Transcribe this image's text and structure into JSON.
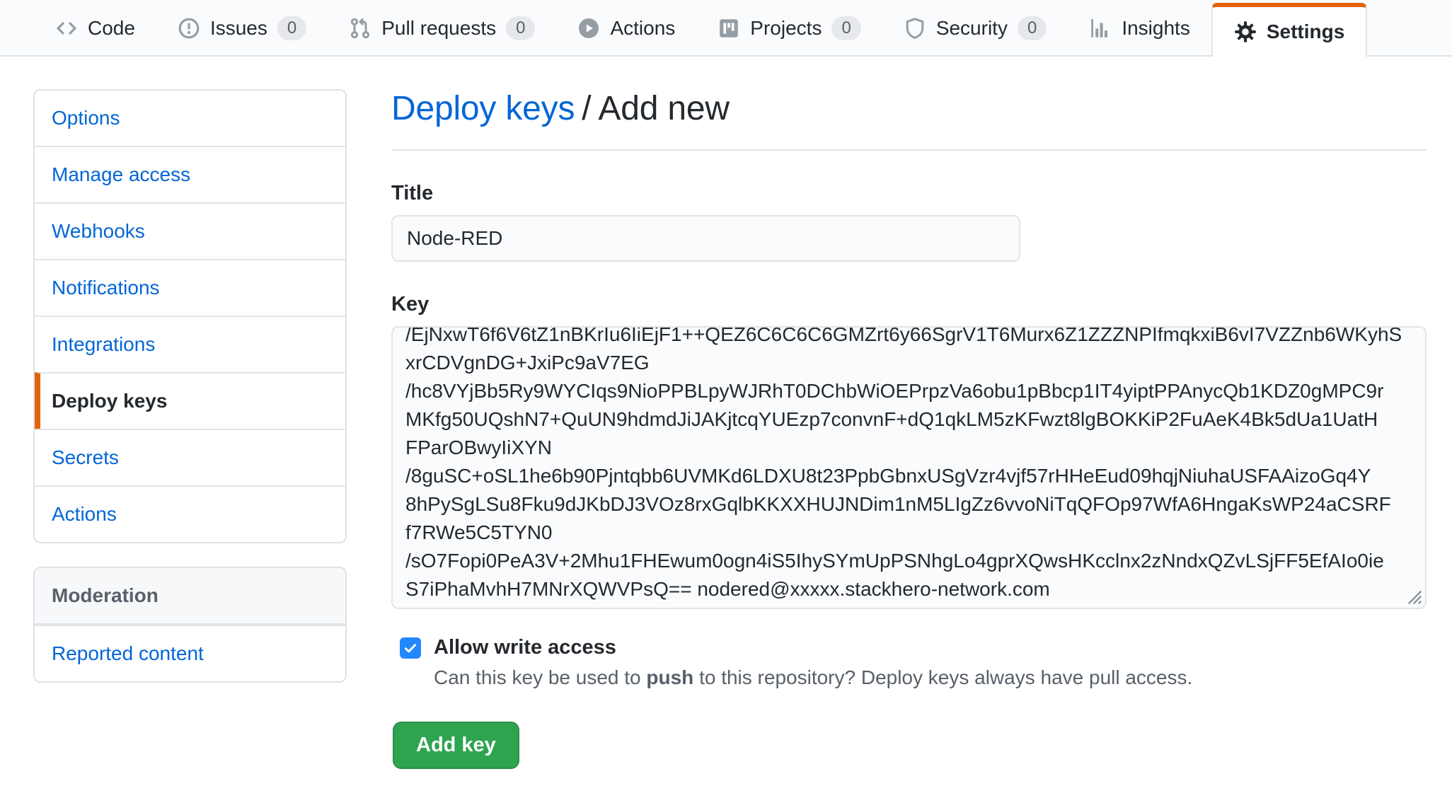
{
  "nav": {
    "tabs": [
      {
        "label": "Code",
        "icon": "code-icon"
      },
      {
        "label": "Issues",
        "icon": "issue-icon",
        "count": "0"
      },
      {
        "label": "Pull requests",
        "icon": "pull-request-icon",
        "count": "0"
      },
      {
        "label": "Actions",
        "icon": "play-icon"
      },
      {
        "label": "Projects",
        "icon": "project-icon",
        "count": "0"
      },
      {
        "label": "Security",
        "icon": "shield-icon",
        "count": "0"
      },
      {
        "label": "Insights",
        "icon": "graph-icon"
      },
      {
        "label": "Settings",
        "icon": "gear-icon",
        "active": true
      }
    ]
  },
  "sidebar": {
    "items": [
      {
        "label": "Options"
      },
      {
        "label": "Manage access"
      },
      {
        "label": "Webhooks"
      },
      {
        "label": "Notifications"
      },
      {
        "label": "Integrations"
      },
      {
        "label": "Deploy keys",
        "active": true
      },
      {
        "label": "Secrets"
      },
      {
        "label": "Actions"
      }
    ],
    "moderation": {
      "header": "Moderation",
      "items": [
        {
          "label": "Reported content"
        }
      ]
    }
  },
  "main": {
    "breadcrumb": {
      "parent": "Deploy keys",
      "separator": "/",
      "current": "Add new"
    },
    "title_field": {
      "label": "Title",
      "value": "Node-RED"
    },
    "key_field": {
      "label": "Key",
      "value": "/EjNxwT6f6V6tZ1nBKrIu6IiEjF1++QEZ6C6C6C6GMZrt6y66SgrV1T6Murx6Z1ZZZNPIfmqkxiB6vI7VZZnb6WKyhS\nxrCDVgnDG+JxiPc9aV7EG\n/hc8VYjBb5Ry9WYCIqs9NioPPBLpyWJRhT0DChbWiOEPrpzVa6obu1pBbcp1IT4yiptPPAnycQb1KDZ0gMPC9r\nMKfg50UQshN7+QuUN9hdmdJiJAKjtcqYUEzp7convnF+dQ1qkLM5zKFwzt8lgBOKKiP2FuAeK4Bk5dUa1UatH\nFParOBwyIiXYN\n/8guSC+oSL1he6b90Pjntqbb6UVMKd6LDXU8t23PpbGbnxUSgVzr4vjf57rHHeEud09hqjNiuhaUSFAAizoGq4Y\n8hPySgLSu8Fku9dJKbDJ3VOz8rxGqlbKKXXHUJNDim1nM5LIgZz6vvoNiTqQFOp97WfA6HngaKsWP24aCSRF\nf7RWe5C5TYN0\n/sO7Fopi0PeA3V+2Mhu1FHEwum0ogn4iS5IhySYmUpPSNhgLo4gprXQwsHKcclnx2zNndxQZvLSjFF5EfAIo0ie\nS7iPhaMvhH7MNrXQWVPsQ== nodered@xxxxx.stackhero-network.com"
    },
    "write_access": {
      "label": "Allow write access",
      "checked": true,
      "help_prefix": "Can this key be used to ",
      "help_bold": "push",
      "help_suffix": " to this repository? Deploy keys always have pull access."
    },
    "submit_label": "Add key"
  },
  "colors": {
    "accent_orange": "#e36209",
    "link_blue": "#0366d6",
    "button_green": "#2ea44f",
    "checkbox_blue": "#2188ff",
    "border_gray": "#e1e4e8",
    "nav_background": "#fafbfc"
  }
}
